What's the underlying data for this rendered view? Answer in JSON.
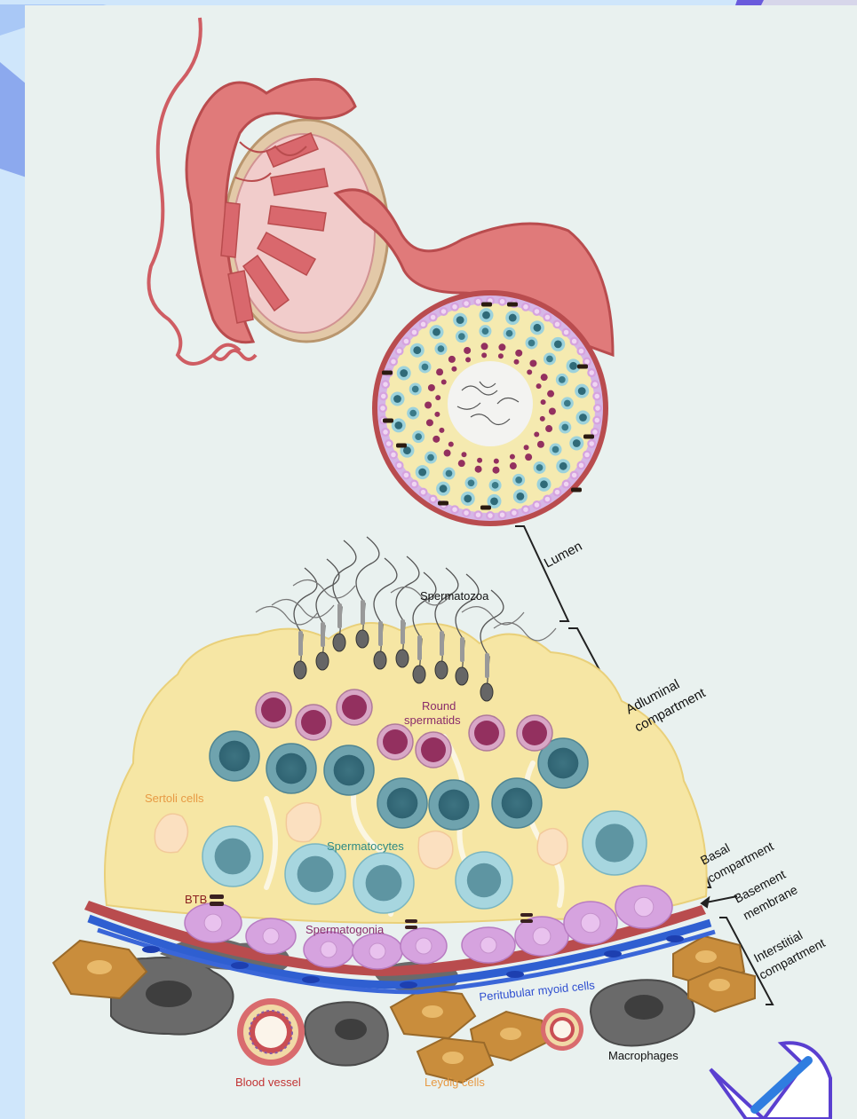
{
  "figure": {
    "labels": {
      "lumen": "Lumen",
      "adluminal_1": "Adluminal",
      "adluminal_2": "compartment",
      "basal_1": "Basal",
      "basal_2": "compartment",
      "basement_1": "Basement",
      "basement_2": "membrane",
      "interstitial_1": "Interstitial",
      "interstitial_2": "compartment",
      "spermatozoa": "Spermatozoa",
      "round_1": "Round",
      "round_2": "spermatids",
      "sertoli": "Sertoli cells",
      "spermatocytes": "Spermatocytes",
      "btb": "BTB",
      "spermatogonia": "Spermatogonia",
      "peritubular": "Peritubular myoid cells",
      "macrophages": "Macrophages",
      "blood_vessel": "Blood vessel",
      "leydig": "Leydig cells"
    },
    "colors": {
      "page_bg": "#cfe6fb",
      "panel_bg": "#e9f1ef",
      "tubule_red": "#de7676",
      "tubule_dark": "#b94c4e",
      "sertoli_yellow": "#f6e6a4",
      "spermatid_purple": "#93305f",
      "spermatocyte_teal": "#5e95a2",
      "spermatogonia_lilac": "#d6a3df",
      "myoid_blue": "#2f5fd1",
      "leydig_orange": "#c98d3c",
      "macrophage_gray": "#6a6a6a",
      "label_orange": "#e79a44",
      "label_teal": "#2e8a84",
      "label_purple": "#8a2c6a",
      "label_blue": "#2f4fd0",
      "label_red": "#c23434"
    }
  }
}
